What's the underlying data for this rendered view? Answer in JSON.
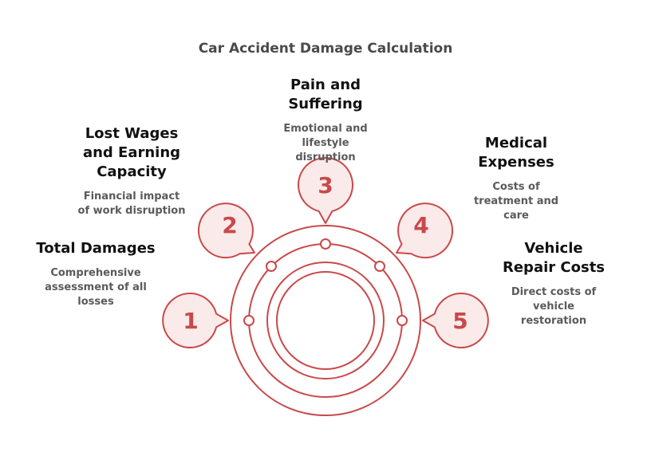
{
  "title": "Car Accident Damage Calculation",
  "colors": {
    "accent": "#c9494a",
    "fill": "#fbeaea",
    "ring": "#c9494a"
  },
  "steps": [
    {
      "number": "1",
      "heading": "Total Damages",
      "description": "Comprehensive assessment of all losses"
    },
    {
      "number": "2",
      "heading": "Lost Wages and Earning Capacity",
      "description": "Financial impact of work disruption"
    },
    {
      "number": "3",
      "heading": "Pain and Suffering",
      "description": "Emotional and lifestyle disruption"
    },
    {
      "number": "4",
      "heading": "Medical Expenses",
      "description": "Costs of treatment and care"
    },
    {
      "number": "5",
      "heading": "Vehicle Repair Costs",
      "description": "Direct costs of vehicle restoration"
    }
  ]
}
